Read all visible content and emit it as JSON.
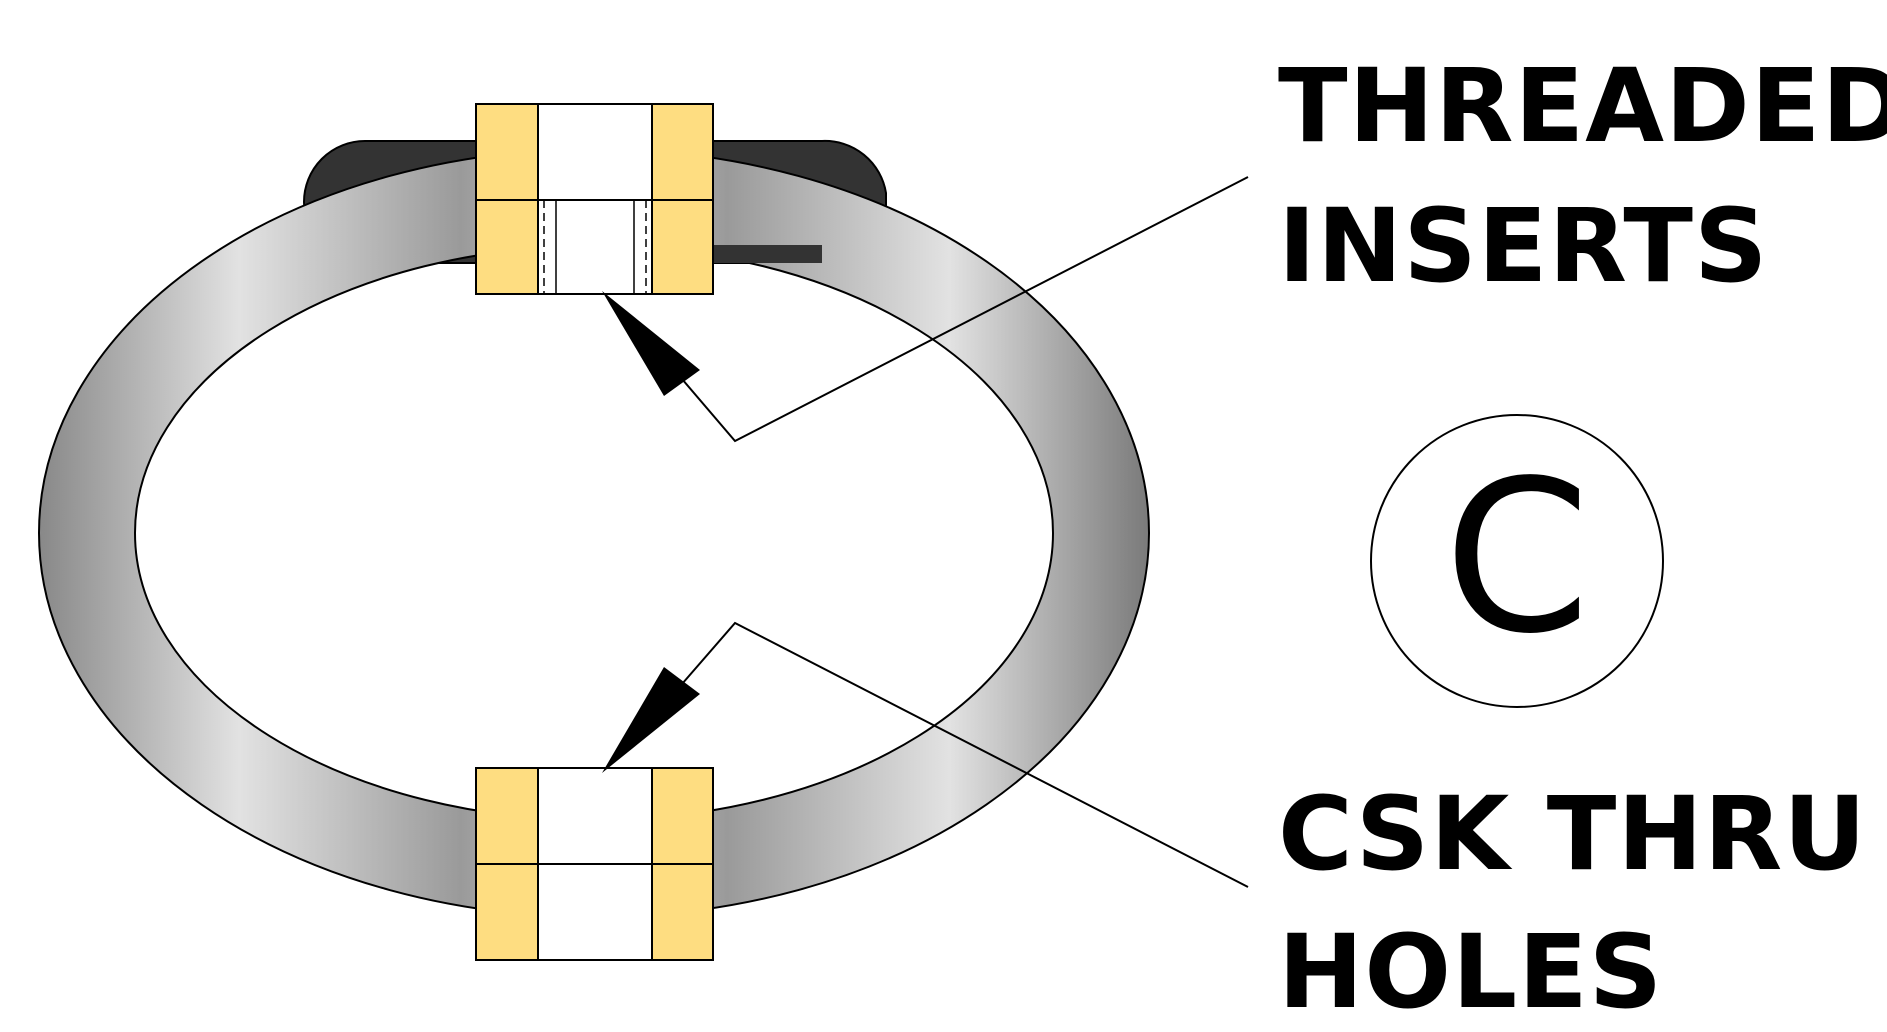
{
  "labels": {
    "threaded_inserts": [
      "THREADED",
      "INSERTS"
    ],
    "csk_thru_holes": [
      "CSK THRU",
      "HOLES"
    ],
    "view_letter": "C"
  },
  "colors": {
    "ring_light": "#e6e6e6",
    "ring_dark": "#808080",
    "cap_dark": "#333333",
    "block_yellow": "#fedd81",
    "block_white": "#ffffff",
    "stroke": "#000000"
  }
}
